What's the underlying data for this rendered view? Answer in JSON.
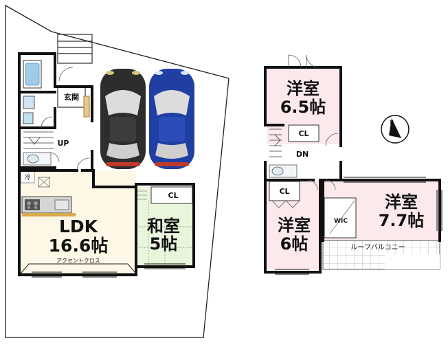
{
  "floor1": {
    "ldk": {
      "name": "LDK",
      "size": "16.6帖"
    },
    "washitsu": {
      "name": "和室",
      "size": "5帖"
    },
    "genkan": "玄関",
    "closet": "CL",
    "stairs": "UP",
    "fridge": "冷",
    "accent": "アクセントクロス"
  },
  "floor2": {
    "room_a": {
      "name": "洋室",
      "size": "6.5帖"
    },
    "room_b": {
      "name": "洋室",
      "size": "6帖"
    },
    "room_c": {
      "name": "洋室",
      "size": "7.7帖"
    },
    "closet_a": "CL",
    "closet_b": "CL",
    "wic": "WIC",
    "stairs": "DN",
    "balcony": "ルーフバルコニー"
  },
  "compass": {
    "label": "N"
  },
  "colors": {
    "ldk_floor": "#fdf7e6",
    "washitsu_floor": "#e9f6dc",
    "room_floor": "#fce9ec",
    "car_black": "#2d2d2d",
    "car_blue": "#1f3fa3",
    "wall": "#111111"
  },
  "cars": [
    "black-car",
    "blue-car"
  ]
}
